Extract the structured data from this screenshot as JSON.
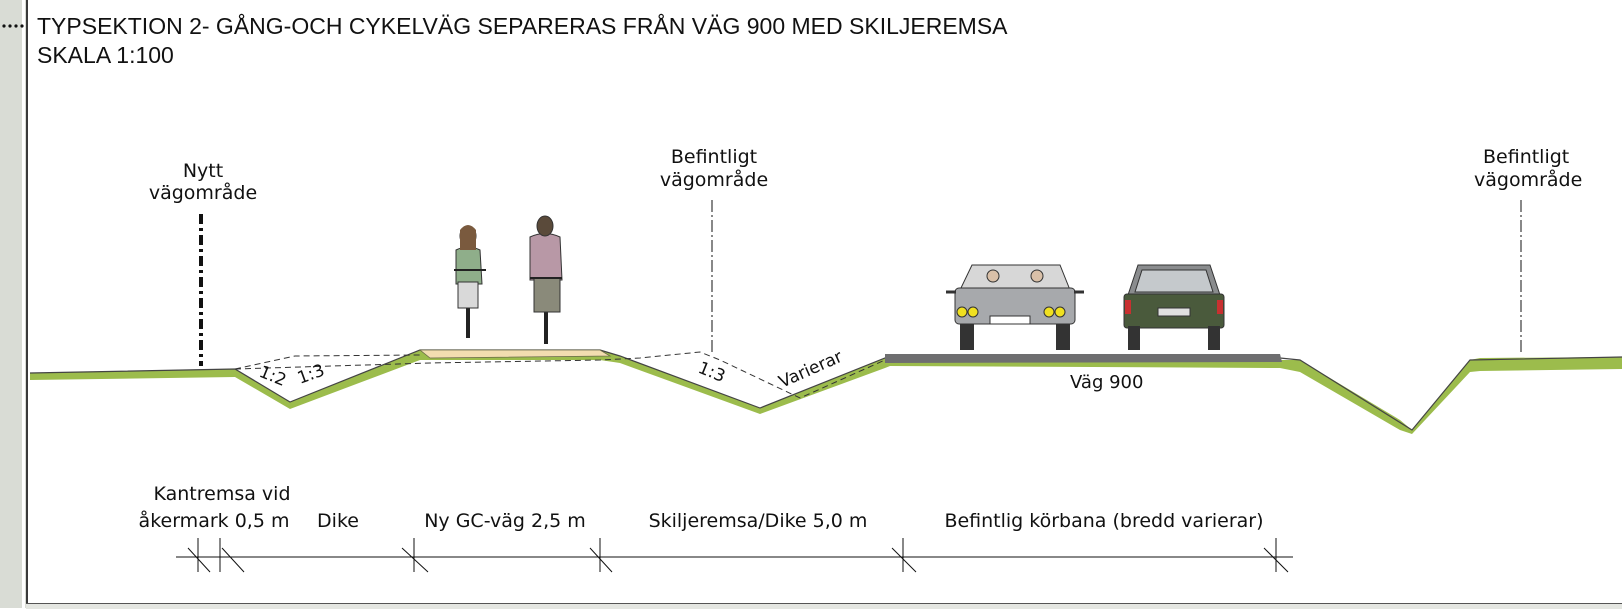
{
  "header": {
    "title": "TYPSEKTION 2- GÅNG-OCH CYKELVÄG SEPARERAS FRÅN VÄG 900 MED SKILJEREMSA",
    "scale": "SKALA 1:100"
  },
  "markers": {
    "nytt_line1": "Nytt",
    "nytt_line2": "vägområde",
    "befintligt_mid_line1": "Befintligt",
    "befintligt_mid_line2": "vägområde",
    "befintligt_right_line1": "Befintligt",
    "befintligt_right_line2": "vägområde"
  },
  "slopes": {
    "s1": "1:2",
    "s2": "1:3",
    "s3": "1:3",
    "varierar": "Varierar"
  },
  "road_label": "Väg 900",
  "dimensions": {
    "kantremsa_line1": "Kantremsa vid",
    "kantremsa_line2": "åkermark 0,5 m",
    "dike": "Dike",
    "gc_vag": "Ny GC-väg 2,5 m",
    "skiljeremsa": "Skiljeremsa/Dike 5,0 m",
    "korbana": "Befintlig körbana (bredd varierar)"
  },
  "colors": {
    "grass": "#9cbc4c",
    "asphalt": "#6e6e70",
    "gc_surface": "#f2ddb0"
  }
}
